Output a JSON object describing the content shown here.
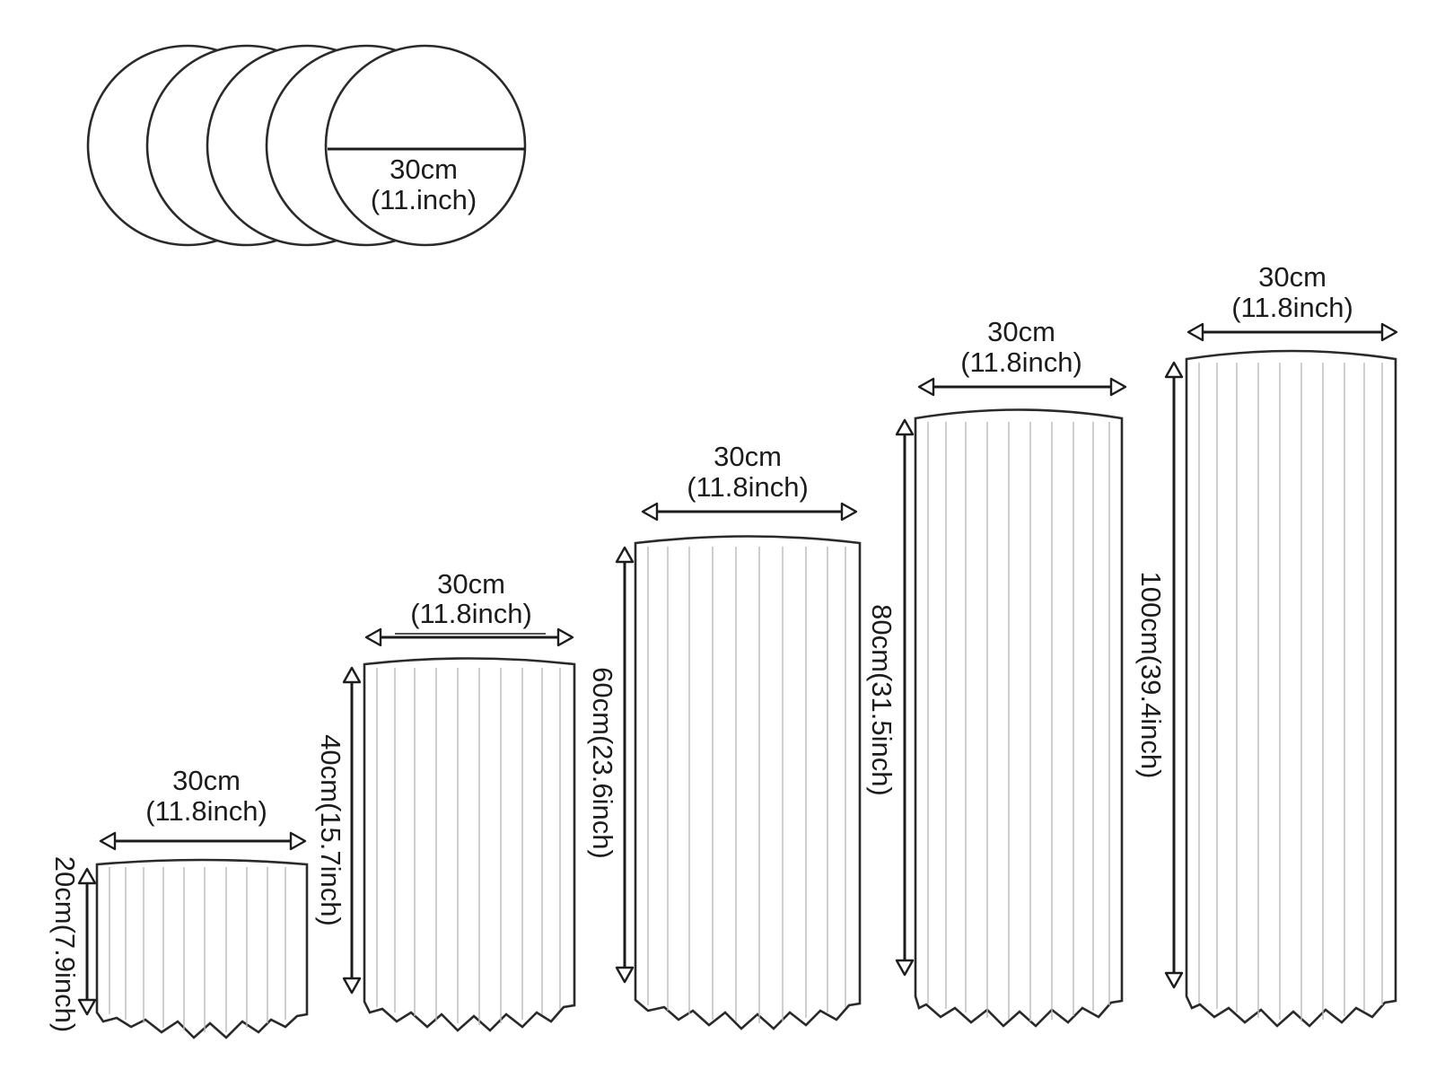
{
  "disc_set": {
    "count": 5,
    "diameter_cm": "30cm",
    "diameter_in": "(11.inch)"
  },
  "columns": [
    {
      "width_cm": "30cm",
      "width_in": "(11.8inch)",
      "height_label": "20cm(7.9inch)"
    },
    {
      "width_cm": "30cm",
      "width_in": "(11.8inch)",
      "height_label": "40cm(15.7inch)"
    },
    {
      "width_cm": "30cm",
      "width_in": "(11.8inch)",
      "height_label": "60cm(23.6inch)"
    },
    {
      "width_cm": "30cm",
      "width_in": "(11.8inch)",
      "height_label": "80cm(31.5inch)"
    },
    {
      "width_cm": "30cm",
      "width_in": "(11.8inch)",
      "height_label": "100cm(39.4inch)"
    }
  ],
  "colors": {
    "line": "#2a2a2a",
    "pleat": "#b9b9b9",
    "background": "#ffffff"
  }
}
